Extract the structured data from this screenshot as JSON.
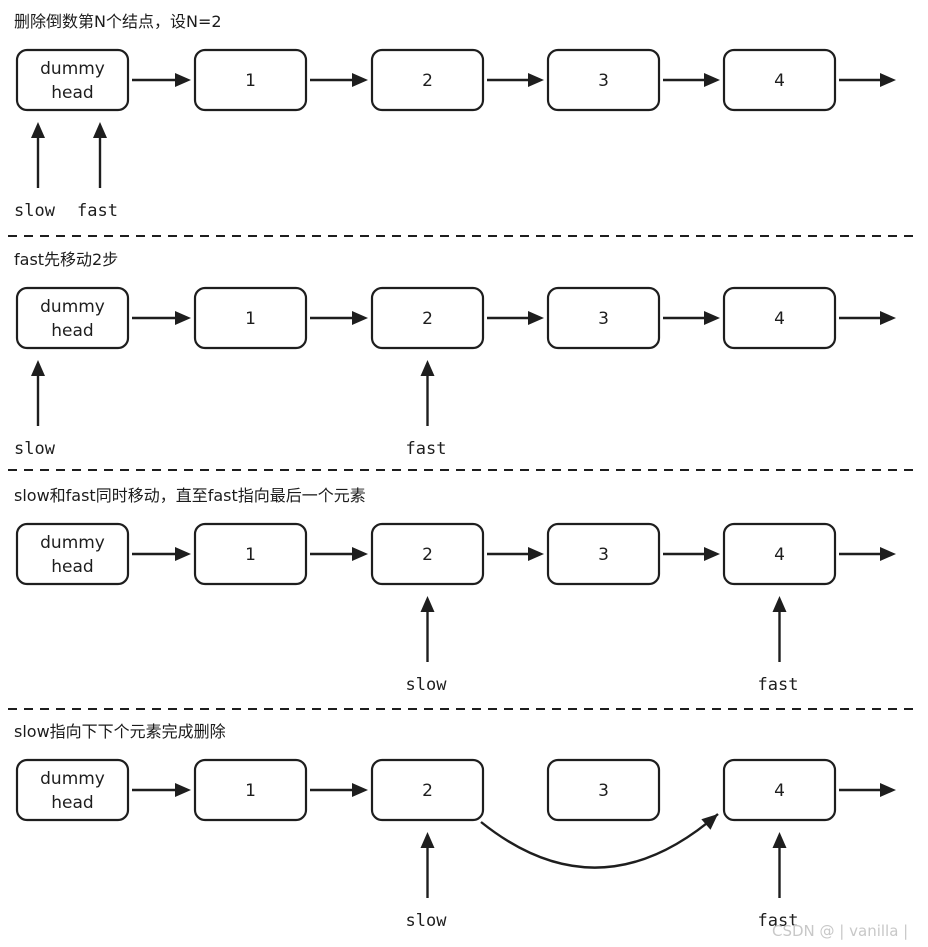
{
  "sections": [
    {
      "title": "删除倒数第N个结点，设N=2",
      "nodes": [
        "dummy\nhead",
        "1",
        "2",
        "3",
        "4"
      ],
      "pointers": [
        {
          "label": "slow",
          "node": 0
        },
        {
          "label": "fast",
          "node": 0
        }
      ]
    },
    {
      "title": "fast先移动2步",
      "nodes": [
        "dummy\nhead",
        "1",
        "2",
        "3",
        "4"
      ],
      "pointers": [
        {
          "label": "slow",
          "node": 0
        },
        {
          "label": "fast",
          "node": 2
        }
      ]
    },
    {
      "title": "slow和fast同时移动，直至fast指向最后一个元素",
      "nodes": [
        "dummy\nhead",
        "1",
        "2",
        "3",
        "4"
      ],
      "pointers": [
        {
          "label": "slow",
          "node": 2
        },
        {
          "label": "fast",
          "node": 4
        }
      ]
    },
    {
      "title": "slow指向下下个元素完成删除",
      "nodes": [
        "dummy\nhead",
        "1",
        "2",
        "3",
        "4"
      ],
      "pointers": [
        {
          "label": "slow",
          "node": 2
        },
        {
          "label": "fast",
          "node": 4
        }
      ],
      "skip_link": {
        "from": 2,
        "to": 4
      }
    }
  ],
  "watermark": "CSDN @ | vanilla |",
  "colors": {
    "ink": "#1e1e1e",
    "background": "#ffffff",
    "watermark": "#c8c8c8"
  }
}
